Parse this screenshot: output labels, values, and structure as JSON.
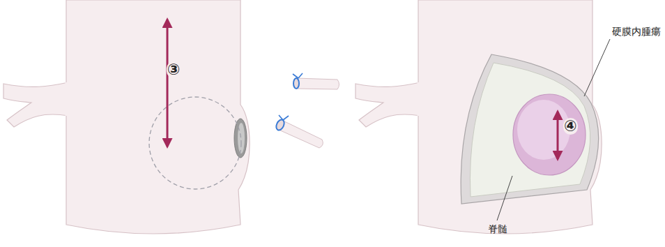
{
  "diagram": {
    "labels": [
      "③",
      "硬膜内腫瘍",
      "④",
      "脊髄"
    ]
  }
}
